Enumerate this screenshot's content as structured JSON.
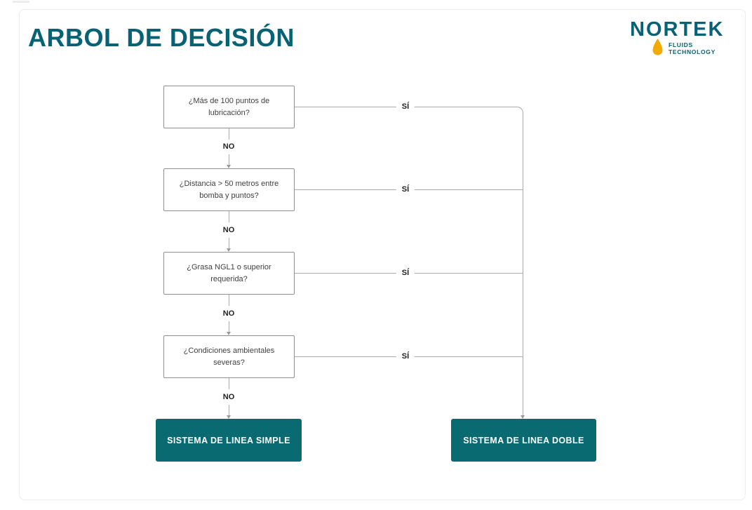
{
  "page": {
    "title": "ARBOL DE DECISIÓN"
  },
  "logo": {
    "brand": "NORTEK",
    "subtitle_line1": "FLUIDS",
    "subtitle_line2": "TECHNOLOGY"
  },
  "colors": {
    "brand_teal": "#076274",
    "result_box_teal": "#0a6a71",
    "droplet_gold": "#F2A900",
    "connector_gray": "#ababab",
    "box_border_gray": "#8f8f8f",
    "body_text": "#3f3f3f"
  },
  "tree": {
    "nodes": [
      {
        "lines": [
          "¿Más de 100 puntos de",
          "lubricación?"
        ],
        "yes_label": "SÍ",
        "no_label": "NO"
      },
      {
        "lines": [
          "¿Distancia > 50 metros entre",
          "bomba y puntos?"
        ],
        "yes_label": "SÍ",
        "no_label": "NO"
      },
      {
        "lines": [
          "¿Grasa NGL1 o superior",
          "requerida?"
        ],
        "yes_label": "SÍ",
        "no_label": "NO"
      },
      {
        "lines": [
          "¿Condiciones ambientales",
          "severas?"
        ],
        "yes_label": "SÍ",
        "no_label": "NO"
      }
    ],
    "results": [
      {
        "label": "SISTEMA DE LINEA SIMPLE"
      },
      {
        "label": "SISTEMA DE LINEA DOBLE"
      }
    ]
  }
}
